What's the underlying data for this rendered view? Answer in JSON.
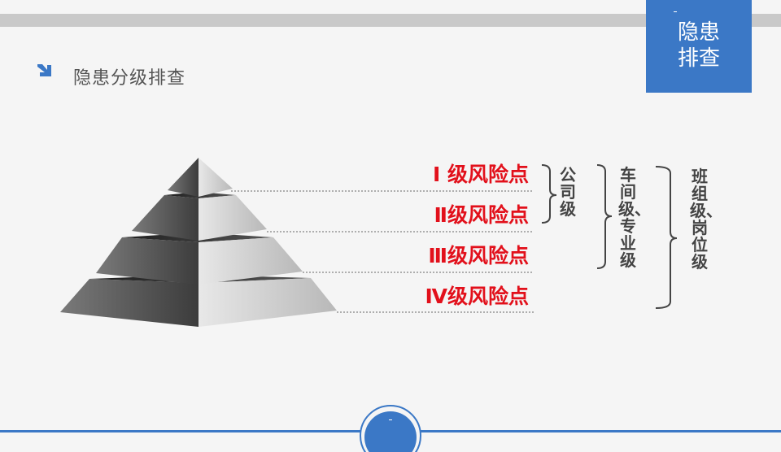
{
  "header": {
    "section_tab": [
      "隐患",
      "排查"
    ],
    "colors": {
      "accent": "#3b78c6",
      "bar": "#c9c9c9"
    }
  },
  "title": {
    "icon": "arrow-down-right-icon",
    "text": "隐患分级排查"
  },
  "levels": [
    {
      "label": "Ⅰ 级风险点"
    },
    {
      "label": "Ⅱ级风险点"
    },
    {
      "label": "Ⅲ级风险点"
    },
    {
      "label": "Ⅳ级风险点"
    }
  ],
  "groups": [
    {
      "text": "公司级"
    },
    {
      "text": "车间级、专业级"
    },
    {
      "text": "班组级、岗位级"
    }
  ],
  "colors": {
    "level_text": "#e2101b",
    "group_text": "#444444"
  }
}
